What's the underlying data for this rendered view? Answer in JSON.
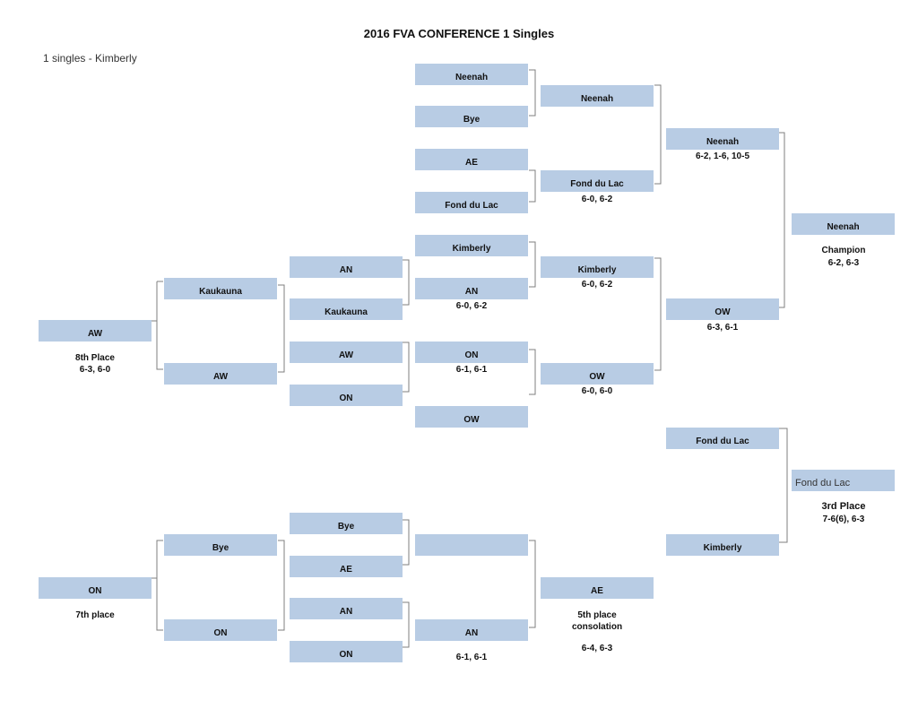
{
  "title": "2016 FVA CONFERENCE 1 Singles",
  "subtitle": "1 singles - Kimberly",
  "boxes": {
    "r1_neenah": "Neenah",
    "r1_bye": "Bye",
    "r1_ae": "AE",
    "r1_fdl": "Fond du Lac",
    "r1_kimberly": "Kimberly",
    "r1_an": "AN",
    "r1_on": "ON",
    "r1_ow": "OW",
    "r2_neenah": "Neenah",
    "r2_fdl": "Fond du Lac",
    "r2_kimberly": "Kimberly",
    "r2_ow": "OW",
    "r3_neenah": "Neenah",
    "r3_ow": "OW",
    "champion": "Neenah",
    "cons_an": "AN",
    "cons_kaukauna": "Kaukauna",
    "cons_aw": "AW",
    "cons_on": "ON",
    "cons_kaukauna_w": "Kaukauna",
    "cons_aw_w": "AW",
    "eighth_place": "AW",
    "third_fdl": "Fond du Lac",
    "third_kimberly": "Kimberly",
    "third_place": "Fond du Lac",
    "low_bye": "Bye",
    "low_ae": "AE",
    "low_an": "AN",
    "low_on": "ON",
    "low_bye_w": "Bye",
    "low_on_w": "ON",
    "seventh_place": "ON",
    "low_empty": "",
    "low_an_w": "AN",
    "fifth_place": "AE"
  },
  "notes": {
    "r2_fdl_score": "6-0, 6-2",
    "r2_kimberly_score": "6-0, 6-2",
    "r2_ow_score": "6-0, 6-0",
    "r3_neenah_score": "6-2, 1-6, 10-5",
    "r3_ow_score": "6-3, 6-1",
    "champion_label": "Champion",
    "champion_score": "6-2, 6-3",
    "r1_an_score": "6-0, 6-2",
    "r1_on_score": "6-1, 6-1",
    "eighth_label": "8th Place",
    "eighth_score": "6-3, 6-0",
    "third_label": "3rd Place",
    "third_score": "7-6(6), 6-3",
    "seventh_label": "7th place",
    "fifth_label_1": "5th place",
    "fifth_label_2": "consolation",
    "fifth_score": "6-4, 6-3",
    "low_an_score": "6-1, 6-1"
  }
}
